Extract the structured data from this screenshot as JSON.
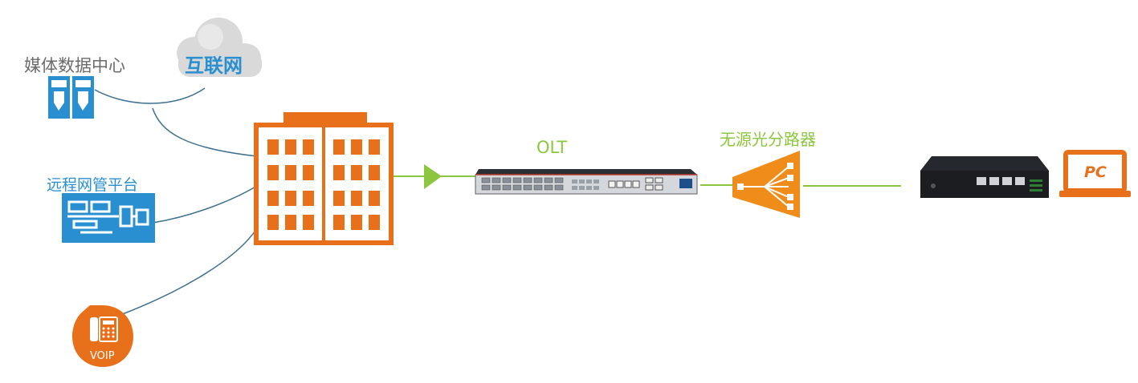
{
  "labels": {
    "media_data_center": "媒体数据中心",
    "internet": "互联网",
    "remote_management": "远程网管平台",
    "voip": "VOIP",
    "olt": "OLT",
    "passive_splitter": "无源光分路器",
    "pc": "PC"
  },
  "colors": {
    "orange": "#e8701a",
    "splitter_orange": "#f08c1a",
    "blue": "#2a8fd0",
    "green": "#8cc63f",
    "line_blue": "#3f6f8f",
    "gray_text": "#6b6b6b"
  },
  "icons": [
    "cloud-icon",
    "server-icon",
    "network-management-icon",
    "phone-icon",
    "building-icon",
    "olt-device-icon",
    "splitter-icon",
    "onu-router-icon",
    "laptop-icon",
    "arrow-icon"
  ]
}
